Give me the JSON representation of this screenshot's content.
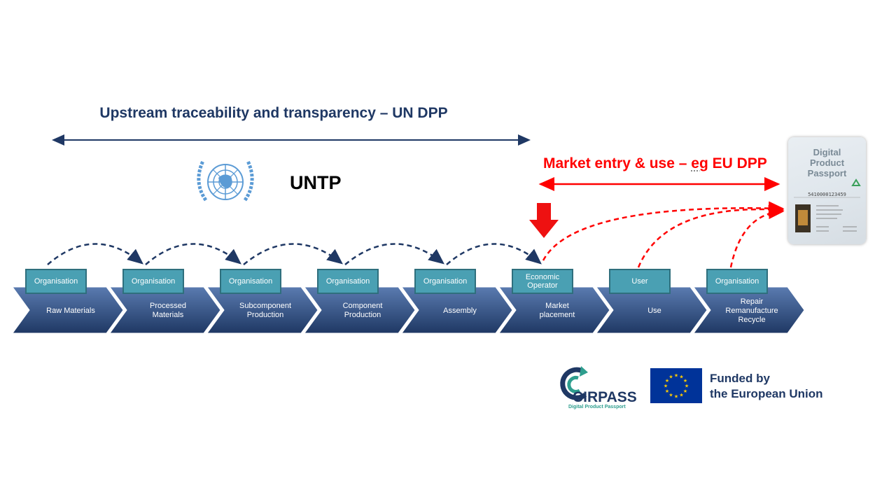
{
  "upstream": {
    "title": "Upstream traceability and transparency – UN DPP"
  },
  "untp": {
    "label": "UNTP"
  },
  "market": {
    "title_pre": "Market entry & use – ",
    "title_eg": "eg",
    "title_post": " EU DPP"
  },
  "stages": [
    {
      "actor": "Organisation",
      "label": "Raw Materials"
    },
    {
      "actor": "Organisation",
      "label": "Processed\nMaterials"
    },
    {
      "actor": "Organisation",
      "label": "Subcomponent\nProduction"
    },
    {
      "actor": "Organisation",
      "label": "Component\nProduction"
    },
    {
      "actor": "Organisation",
      "label": "Assembly"
    },
    {
      "actor": "Economic\nOperator",
      "label": "Market\nplacement"
    },
    {
      "actor": "User",
      "label": "Use"
    },
    {
      "actor": "Organisation",
      "label": "Repair\nRemanufacture\nRecycle"
    }
  ],
  "passport": {
    "title": "Digital\nProduct\nPassport",
    "number": "5410000123459"
  },
  "logos": {
    "cirpass": "CIRPASS",
    "cirpass_sub": "Digital Product Passport",
    "eu_text_line1": "Funded by",
    "eu_text_line2": "the European Union"
  },
  "colors": {
    "navy": "#1f3864",
    "red": "#ff0000",
    "actor_box": "#4aa0b3",
    "chevron_dark": "#1f3864",
    "chevron_light": "#4f6fa3",
    "un_blue": "#5b9bd5",
    "eu_blue": "#003399",
    "eu_star": "#ffcc00"
  },
  "icons": {
    "un_emblem": "un-emblem-icon",
    "recycle": "recycle-icon",
    "down_arrow": "red-down-arrow-icon"
  }
}
